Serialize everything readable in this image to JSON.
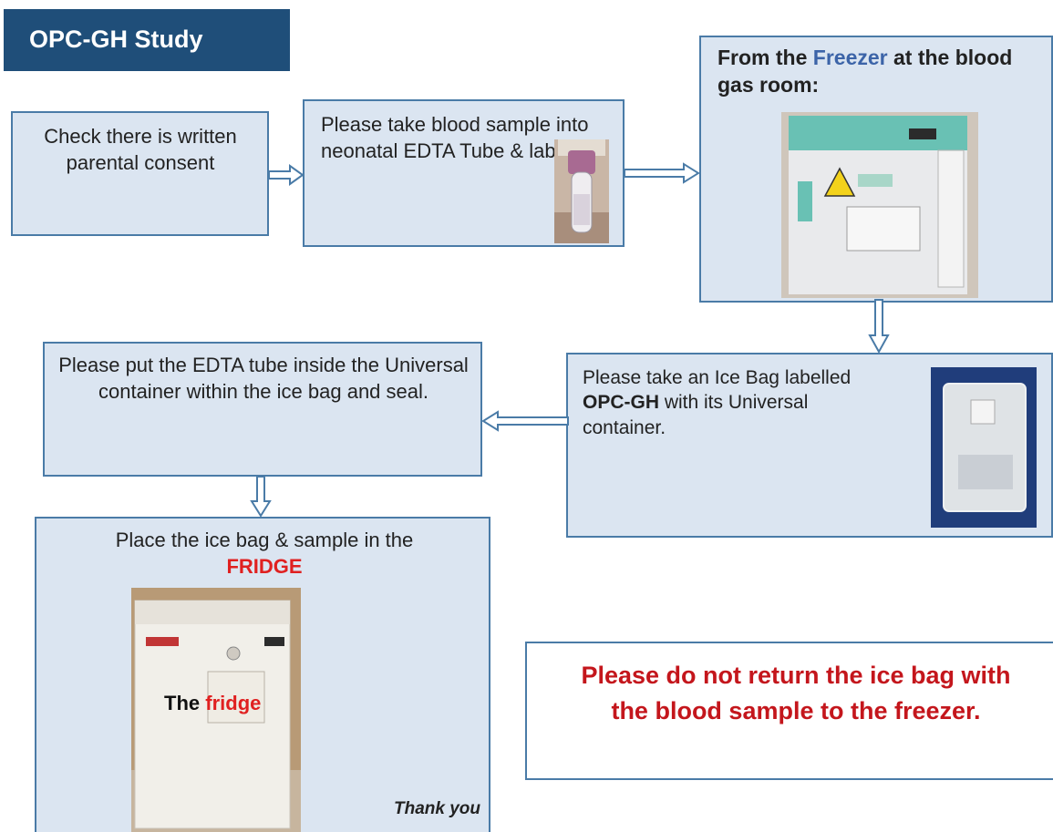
{
  "title": "OPC-GH Study",
  "steps": {
    "consent": "Check there is written parental consent",
    "blood_sample": "Please take blood sample into neonatal EDTA Tube & label",
    "freezer_prefix": "From the ",
    "freezer_word": "Freezer",
    "freezer_suffix": " at the blood gas room:",
    "ice_bag_prefix": "Please take an Ice Bag labelled ",
    "ice_bag_bold": "OPC-GH",
    "ice_bag_suffix": " with its Universal container.",
    "put_tube": "Please put the EDTA tube inside the Universal container within the ice bag and seal.",
    "place_text": "Place the ice bag & sample in the",
    "place_fridge_word": "FRIDGE"
  },
  "fridge_photo_label": {
    "the": "The",
    "fridge": "fridge"
  },
  "thank_you": "Thank you",
  "note": {
    "line1": "Please do not return the ice bag with",
    "line2": "the blood sample to the freezer."
  },
  "colors": {
    "title_bg": "#1f4e79",
    "box_fill": "#dbe5f1",
    "box_border": "#4a7ba7",
    "accent_red": "#e02020",
    "accent_blue": "#3c64a8",
    "note_red": "#c4161c"
  }
}
